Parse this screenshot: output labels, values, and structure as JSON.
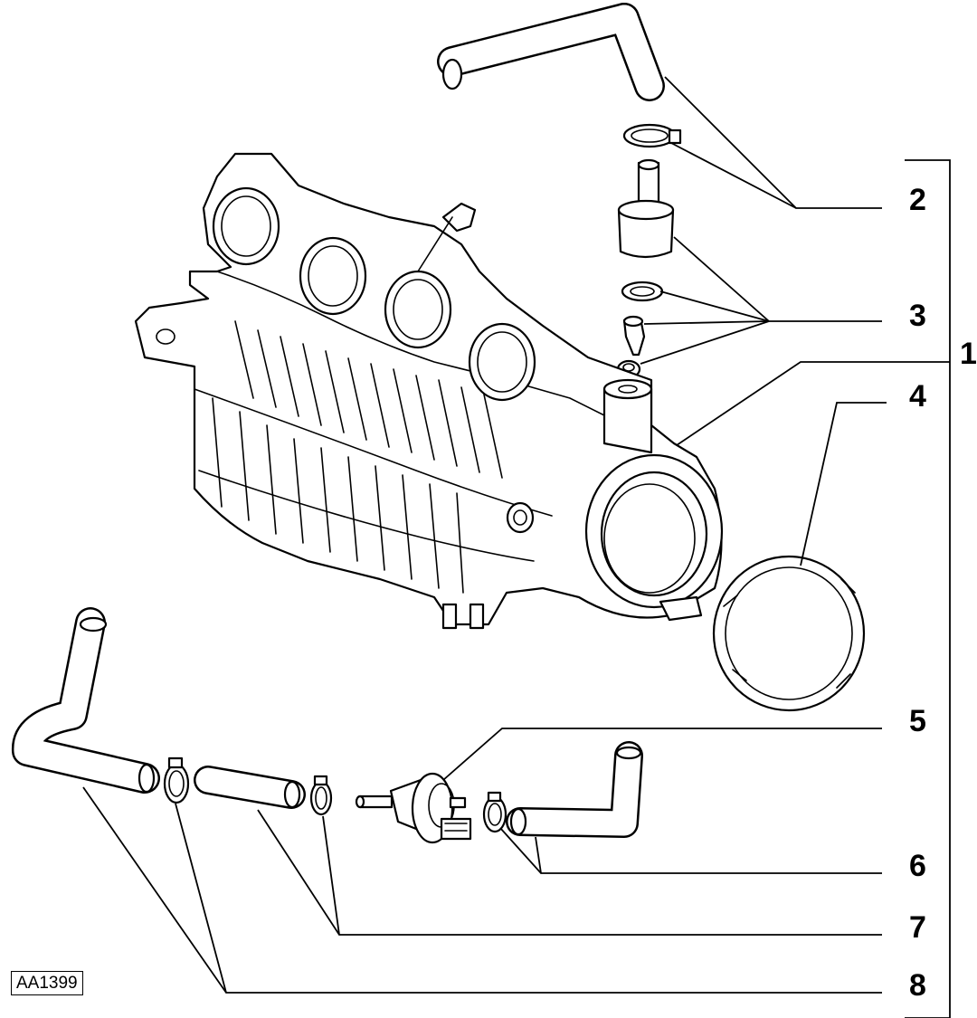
{
  "diagram": {
    "reference_code": "AA1399",
    "callouts": [
      {
        "number": "1",
        "part": "intake-manifold"
      },
      {
        "number": "2",
        "part": "upper-hose-and-clamp"
      },
      {
        "number": "3",
        "part": "fitting-seal-kit"
      },
      {
        "number": "4",
        "part": "manifold-gasket"
      },
      {
        "number": "5",
        "part": "check-valve"
      },
      {
        "number": "6",
        "part": "right-hose-and-clamp"
      },
      {
        "number": "7",
        "part": "middle-hose-and-clamp"
      },
      {
        "number": "8",
        "part": "left-hose-and-clamp"
      }
    ]
  }
}
